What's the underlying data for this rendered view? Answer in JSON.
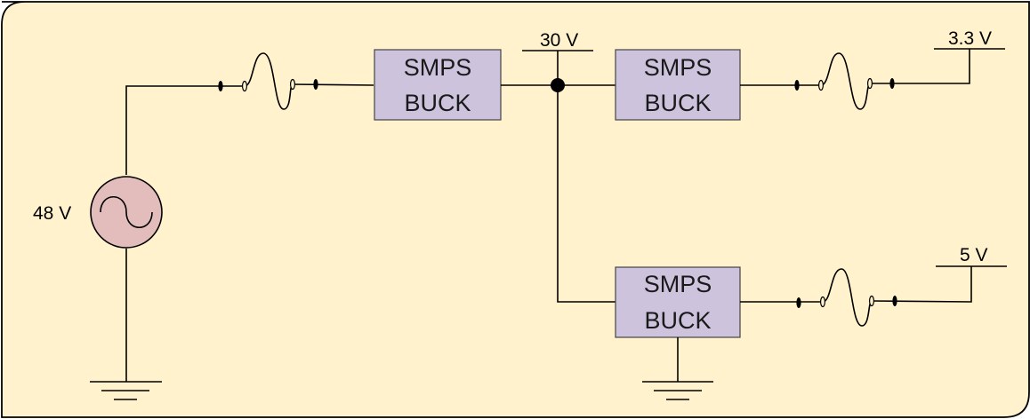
{
  "colors": {
    "background": "#fff2cc",
    "box_fill": "#cdc3dd",
    "source_fill": "#e3bcbc",
    "line": "#000000"
  },
  "source": {
    "label": "48 V",
    "icon": "ac-voltage-source-icon"
  },
  "converters": [
    {
      "line1": "SMPS",
      "line2": "BUCK"
    },
    {
      "line1": "SMPS",
      "line2": "BUCK"
    },
    {
      "line1": "SMPS",
      "line2": "BUCK"
    }
  ],
  "rails": {
    "intermediate": "30 V",
    "out_top": "3.3 V",
    "out_bottom": "5 V"
  },
  "icons": [
    "fuse-icon",
    "ground-icon",
    "junction-dot-icon"
  ]
}
